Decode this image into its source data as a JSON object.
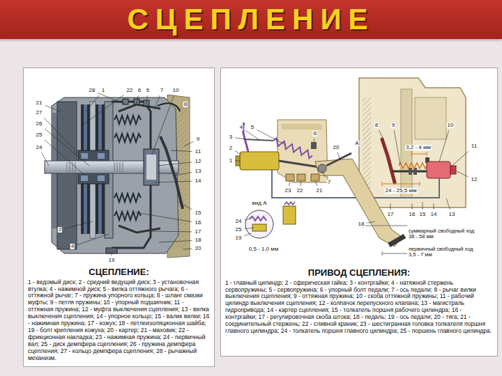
{
  "diagram": {
    "title": "СЦЕПЛЕНИЕ",
    "nodes": [
      {
        "text": [
          "СЦЕПЛЕНИЕ:",
          "1 - ведомый диск; 2 - средний ведущий диск; 3 - установочная втулка; 4 - нажимной диск; 5 - вилка оттяжного рычага; 6 - оттяжной рычаг; 7 - пружина упорного кольца; 8 - шланг смазки муфты; 9 - петля пружины; 10 - упорный подшипник; 11 - оттяжная пружина; 12 - муфта выключения сцепления; 13 - вилка выключения сцепления; 14 - упорное кольцо; 15 - валик вилки; 16 - нажимная пружина; 17 - кожух; 18 - петлеизоляционная шайба; 19 - болт крепления кожуха; 20 - картер; 21 - маховик; 22 - фрикционная накладка; 23 - нажимная пружина; 24 - первичный вал; 25 - диск демпфера сцепления; 26 - пружина демпфера сцепления; 27 - кольцо демпфера сцепления; 28 - рычажный механизм."
        ]
      },
      {
        "text": [
          "ПРИВОД СЦЕПЛЕНИЯ:",
          "1 - главный цилиндр; 2 - сферическая гайка; 3 - контргайки; 4 - натяжной стержень сервопружины; 5 - сервопружина; 6 - упорный болт педали; 7 - ось педали; 8 - рычаг вилки выключения сцепления; 9 - оттяжная пружина; 10 - скоба оттяжной пружины; 11 - рабочий цилиндр выключения сцепления; 12 - колпачок перепускного клапана; 13 - магистраль гидропривода; 14 - картер сцепления; 15 - толкатель поршня рабочего цилиндра; 16 - контргайки; 17 - регулировочная скоба штока; 18 - педаль; 19 - ось педали; 20 - тяга; 21 - соединительный стержень; 22 - сливной краник; 23 - шестигранная головка толкателя поршня главного цилиндра; 24 - толкатель поршня главного цилиндра; 25 - поршень главного цилиндра."
        ]
      }
    ],
    "labels": [
      "28",
      "1",
      "22",
      "6",
      "5",
      "7",
      "10",
      "21",
      "27",
      "26",
      "25",
      "24",
      "8",
      "9",
      "11",
      "12",
      "13",
      "14",
      "15",
      "16",
      "17",
      "18",
      "20",
      "2",
      "4",
      "19",
      "3",
      "2",
      "1",
      "4",
      "5",
      "6",
      "7",
      "20",
      "А",
      "23",
      "22",
      "21",
      "вид А",
      "24",
      "25",
      "19",
      "0,5 - 1,0 мм",
      "18",
      "17",
      "16",
      "15",
      "14",
      "13",
      "8",
      "9",
      "10",
      "11",
      "12",
      "3,2 - 4 мм",
      "24 - 25,5 мм",
      "суммарный свободный ход 38 - 58 мм",
      "первичный свободный ход 3,5 - 7 мм"
    ]
  }
}
